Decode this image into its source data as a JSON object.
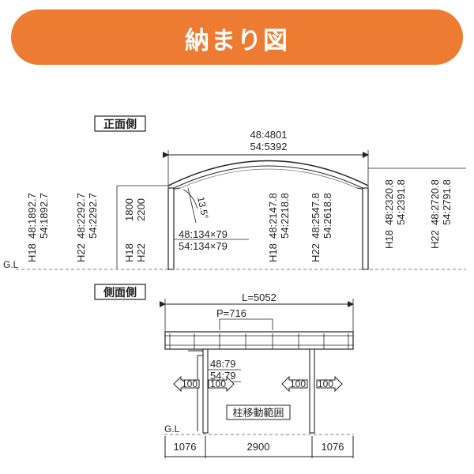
{
  "header": {
    "title": "納まり図"
  },
  "front_view": {
    "label": "正面側",
    "width_48": "48:4801",
    "width_54": "54:5392",
    "angle": "13.5°",
    "post_48": "48:134×79",
    "post_54": "54:134×79",
    "ground": "G.L",
    "h_left_a": [
      "H18",
      "48:1892.7",
      "54:1892.7"
    ],
    "h_left_b": [
      "H22",
      "48:2292.7",
      "54:2292.7"
    ],
    "h_post_1": [
      "1800",
      "H18"
    ],
    "h_post_2": [
      "2200",
      "H22"
    ],
    "h_mid_a": [
      "H18",
      "48:2147.8",
      "54:2218.8"
    ],
    "h_mid_b": [
      "H22",
      "48:2547.8",
      "54:2618.8"
    ],
    "h_right_a": [
      "H18",
      "48:2320.8",
      "54:2391.8"
    ],
    "h_right_b": [
      "H22",
      "48:2720.8",
      "54:2791.8"
    ]
  },
  "side_view": {
    "label": "側面側",
    "length": "L=5052",
    "pitch": "P=716",
    "post_48": "48:79",
    "post_54": "54:79",
    "arrow_value": "100",
    "move_range": "柱移動範囲",
    "ground": "G.L",
    "dims": [
      "1076",
      "2900",
      "1076"
    ]
  }
}
